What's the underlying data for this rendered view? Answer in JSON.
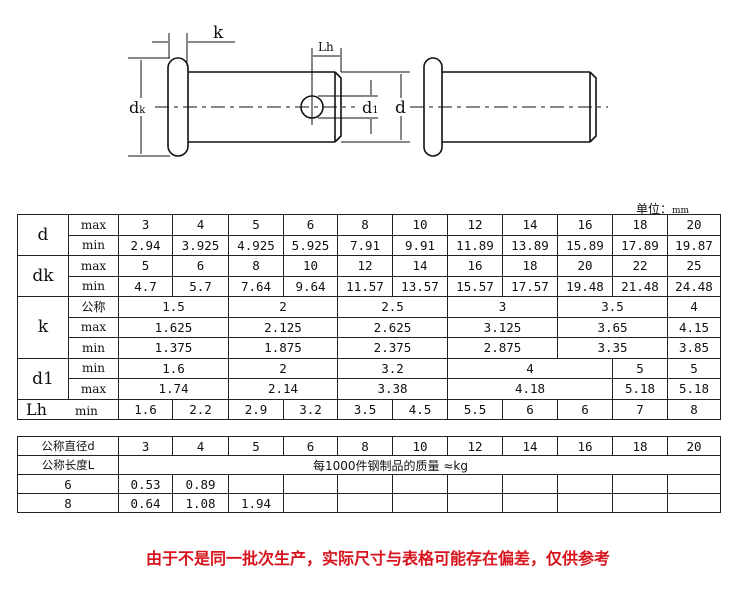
{
  "drawing": {
    "labels": {
      "k": "k",
      "lh": "Lh",
      "dk": "dk",
      "d1": "d1",
      "d": "d"
    }
  },
  "unit_label": {
    "prefix": "单位：",
    "unit": "mm"
  },
  "spec_table": {
    "columns": [
      "3",
      "4",
      "5",
      "6",
      "8",
      "10",
      "12",
      "14",
      "16",
      "18",
      "20"
    ],
    "d": {
      "label": "d",
      "max_label": "max",
      "min_label": "min",
      "max": [
        "3",
        "4",
        "5",
        "6",
        "8",
        "10",
        "12",
        "14",
        "16",
        "18",
        "20"
      ],
      "min": [
        "2.94",
        "3.925",
        "4.925",
        "5.925",
        "7.91",
        "9.91",
        "11.89",
        "13.89",
        "15.89",
        "17.89",
        "19.87"
      ]
    },
    "dk": {
      "label": "dk",
      "max_label": "max",
      "min_label": "min",
      "max": [
        "5",
        "6",
        "8",
        "10",
        "12",
        "14",
        "16",
        "18",
        "20",
        "22",
        "25"
      ],
      "min": [
        "4.7",
        "5.7",
        "7.64",
        "9.64",
        "11.57",
        "13.57",
        "15.57",
        "17.57",
        "19.48",
        "21.48",
        "24.48"
      ]
    },
    "k": {
      "label": "k",
      "nominal_label": "公称",
      "max_label": "max",
      "min_label": "min",
      "nominal": [
        "1.5",
        "2",
        "2.5",
        "3",
        "3.5",
        "4"
      ],
      "max": [
        "1.625",
        "2.125",
        "2.625",
        "3.125",
        "3.65",
        "4.15"
      ],
      "min": [
        "1.375",
        "1.875",
        "2.375",
        "2.875",
        "3.35",
        "3.85"
      ]
    },
    "d1": {
      "label": "d1",
      "min_label": "min",
      "max_label": "max",
      "min": [
        "1.6",
        "2",
        "3.2",
        "4",
        "5",
        "5"
      ],
      "max": [
        "1.74",
        "2.14",
        "3.38",
        "4.18",
        "5.18",
        "5.18"
      ]
    },
    "lh": {
      "label": "Lh",
      "min_label": "min",
      "min": [
        "1.6",
        "2.2",
        "2.9",
        "3.2",
        "3.5",
        "4.5",
        "5.5",
        "6",
        "6",
        "7",
        "8"
      ]
    }
  },
  "mass_table": {
    "diameter_label": "公称直径d",
    "length_label": "公称长度L",
    "columns": [
      "3",
      "4",
      "5",
      "6",
      "8",
      "10",
      "12",
      "14",
      "16",
      "18",
      "20"
    ],
    "title": "每1000件钢制品的质量 ≈kg",
    "rows": [
      {
        "length": "6",
        "values": [
          "0.53",
          "0.89",
          "",
          "",
          "",
          "",
          "",
          "",
          "",
          "",
          ""
        ]
      },
      {
        "length": "8",
        "values": [
          "0.64",
          "1.08",
          "1.94",
          "",
          "",
          "",
          "",
          "",
          "",
          "",
          ""
        ]
      }
    ]
  },
  "footer_note": "由于不是同一批次生产，实际尺寸与表格可能存在偏差，仅供参考",
  "colors": {
    "note": "#d7141d",
    "lines": "#222222"
  }
}
